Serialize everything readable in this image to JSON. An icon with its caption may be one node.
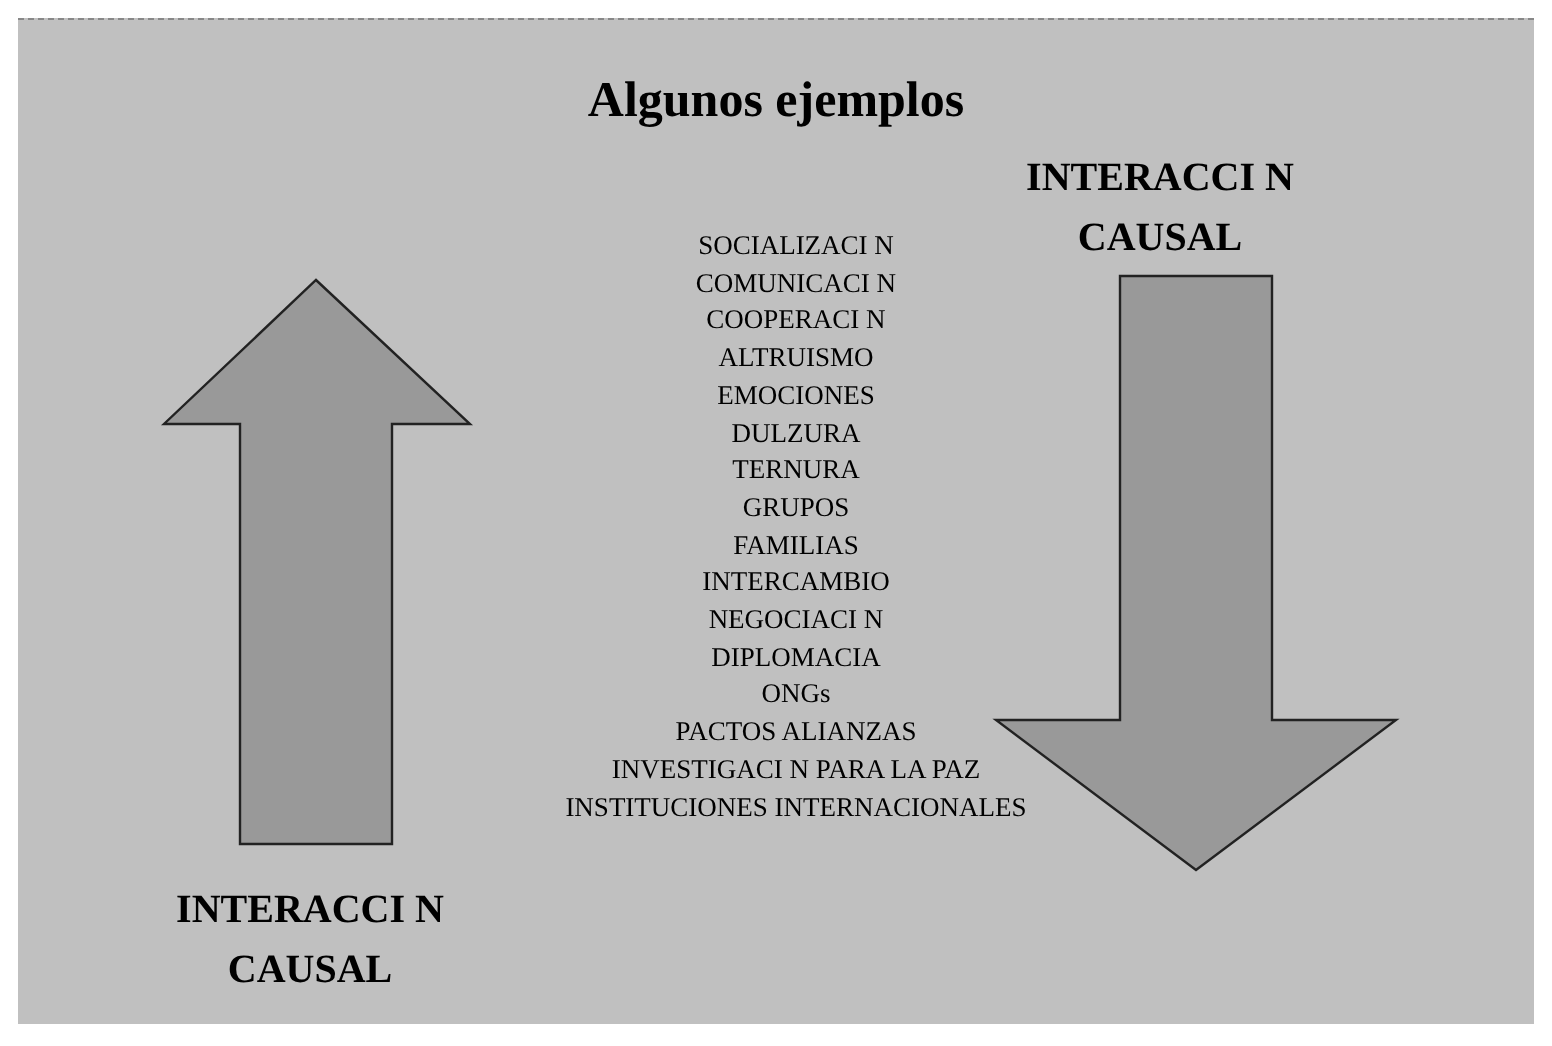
{
  "diagram": {
    "title": "Algunos ejemplos",
    "labels": [
      "INTERACCI N CAUSAL",
      "SOCIALIZACI N",
      "COMUNICACI N",
      "COOPERACI N",
      "ALTRUISMO",
      "EMOCIONES",
      "DULZURA",
      "TERNURA",
      "GRUPOS",
      "FAMILIAS",
      "INTERCAMBIO",
      "NEGOCIACI N",
      "DIPLOMACIA",
      "ONGs",
      "PACTOS ALIANZAS",
      "INVESTIGACI N PARA LA PAZ",
      "INSTITUCIONES INTERNACIONALES",
      "INTERACCI N CAUSAL"
    ]
  }
}
